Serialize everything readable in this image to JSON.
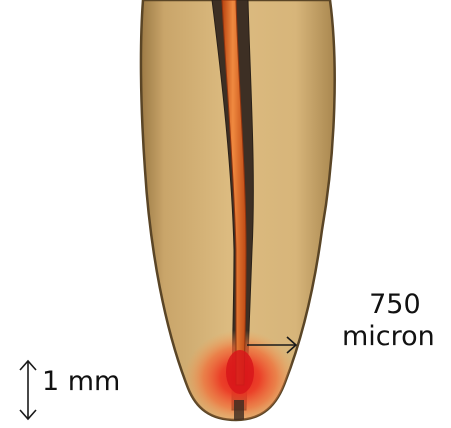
{
  "annotation": {
    "size_value": "750",
    "size_unit": "micron"
  },
  "scale_bar": {
    "label": "1 mm"
  },
  "colors": {
    "tooth": "#d9b679",
    "tooth_shadow": "#8a6a3a",
    "canal": "#3e3025",
    "file": "#d85a1c",
    "file_highlight": "#f09045",
    "hotspot": "#e8342a",
    "arrow": "#1a1a1a"
  },
  "icons": {
    "dimension_arrow": "right-arrow-icon",
    "scale_bar": "double-vertical-arrow-icon"
  }
}
